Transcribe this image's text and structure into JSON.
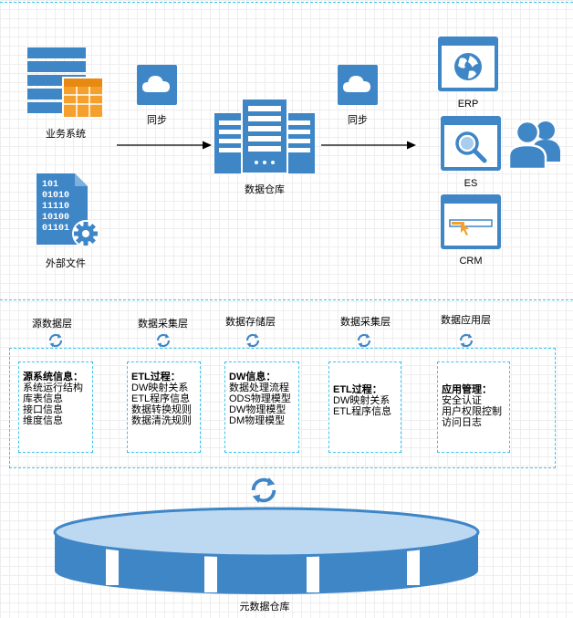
{
  "top": {
    "business_system": "业务系统",
    "external_file": "外部文件",
    "sync_left": "同步",
    "data_warehouse": "数据仓库",
    "sync_right": "同步",
    "erp": "ERP",
    "es": "ES",
    "crm": "CRM",
    "binary_rows": [
      "101",
      "01010",
      "11110",
      "10100",
      "01101"
    ]
  },
  "layers": {
    "source": "源数据层",
    "collect1": "数据采集层",
    "storage": "数据存储层",
    "collect2": "数据采集层",
    "application": "数据应用层"
  },
  "boxes": {
    "source": {
      "title": "源系统信息：",
      "lines": [
        "系统运行结构",
        "库表信息",
        "接口信息",
        "维度信息"
      ]
    },
    "etl1": {
      "title": "ETL过程：",
      "lines": [
        "DW映射关系",
        "ETL程序信息",
        "数据转换规则",
        "数据清洗规则"
      ]
    },
    "dw": {
      "title": "DW信息：",
      "lines": [
        "数据处理流程",
        "ODS物理模型",
        "DW物理模型",
        "DM物理模型"
      ]
    },
    "etl2": {
      "title": "ETL过程：",
      "lines": [
        "DW映射关系",
        "ETL程序信息"
      ]
    },
    "app": {
      "title": "应用管理：",
      "lines": [
        "安全认证",
        "用户权限控制",
        "访问日志"
      ]
    }
  },
  "bottom": {
    "meta_warehouse": "元数据仓库"
  },
  "colors": {
    "accent_blue": "#3f86c7",
    "dashed_border": "#39c2ee",
    "orange": "#f5a02c",
    "disk_top": "#bcd9f1"
  },
  "icons": [
    "server-table-icon",
    "binary-file-gear-icon",
    "cloud-icon",
    "server-rack-icon",
    "browser-globe-icon",
    "browser-search-icon",
    "browser-slider-icon",
    "users-icon",
    "sync-icon",
    "database-disk-icon"
  ]
}
